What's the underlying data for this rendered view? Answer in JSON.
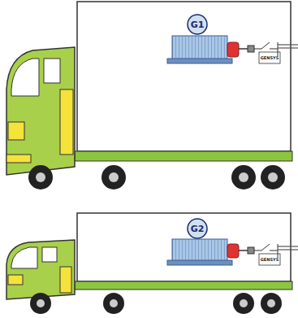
{
  "diagram": {
    "labels": [
      "G1",
      "GENSYS",
      "G2",
      "GENSYS"
    ]
  }
}
